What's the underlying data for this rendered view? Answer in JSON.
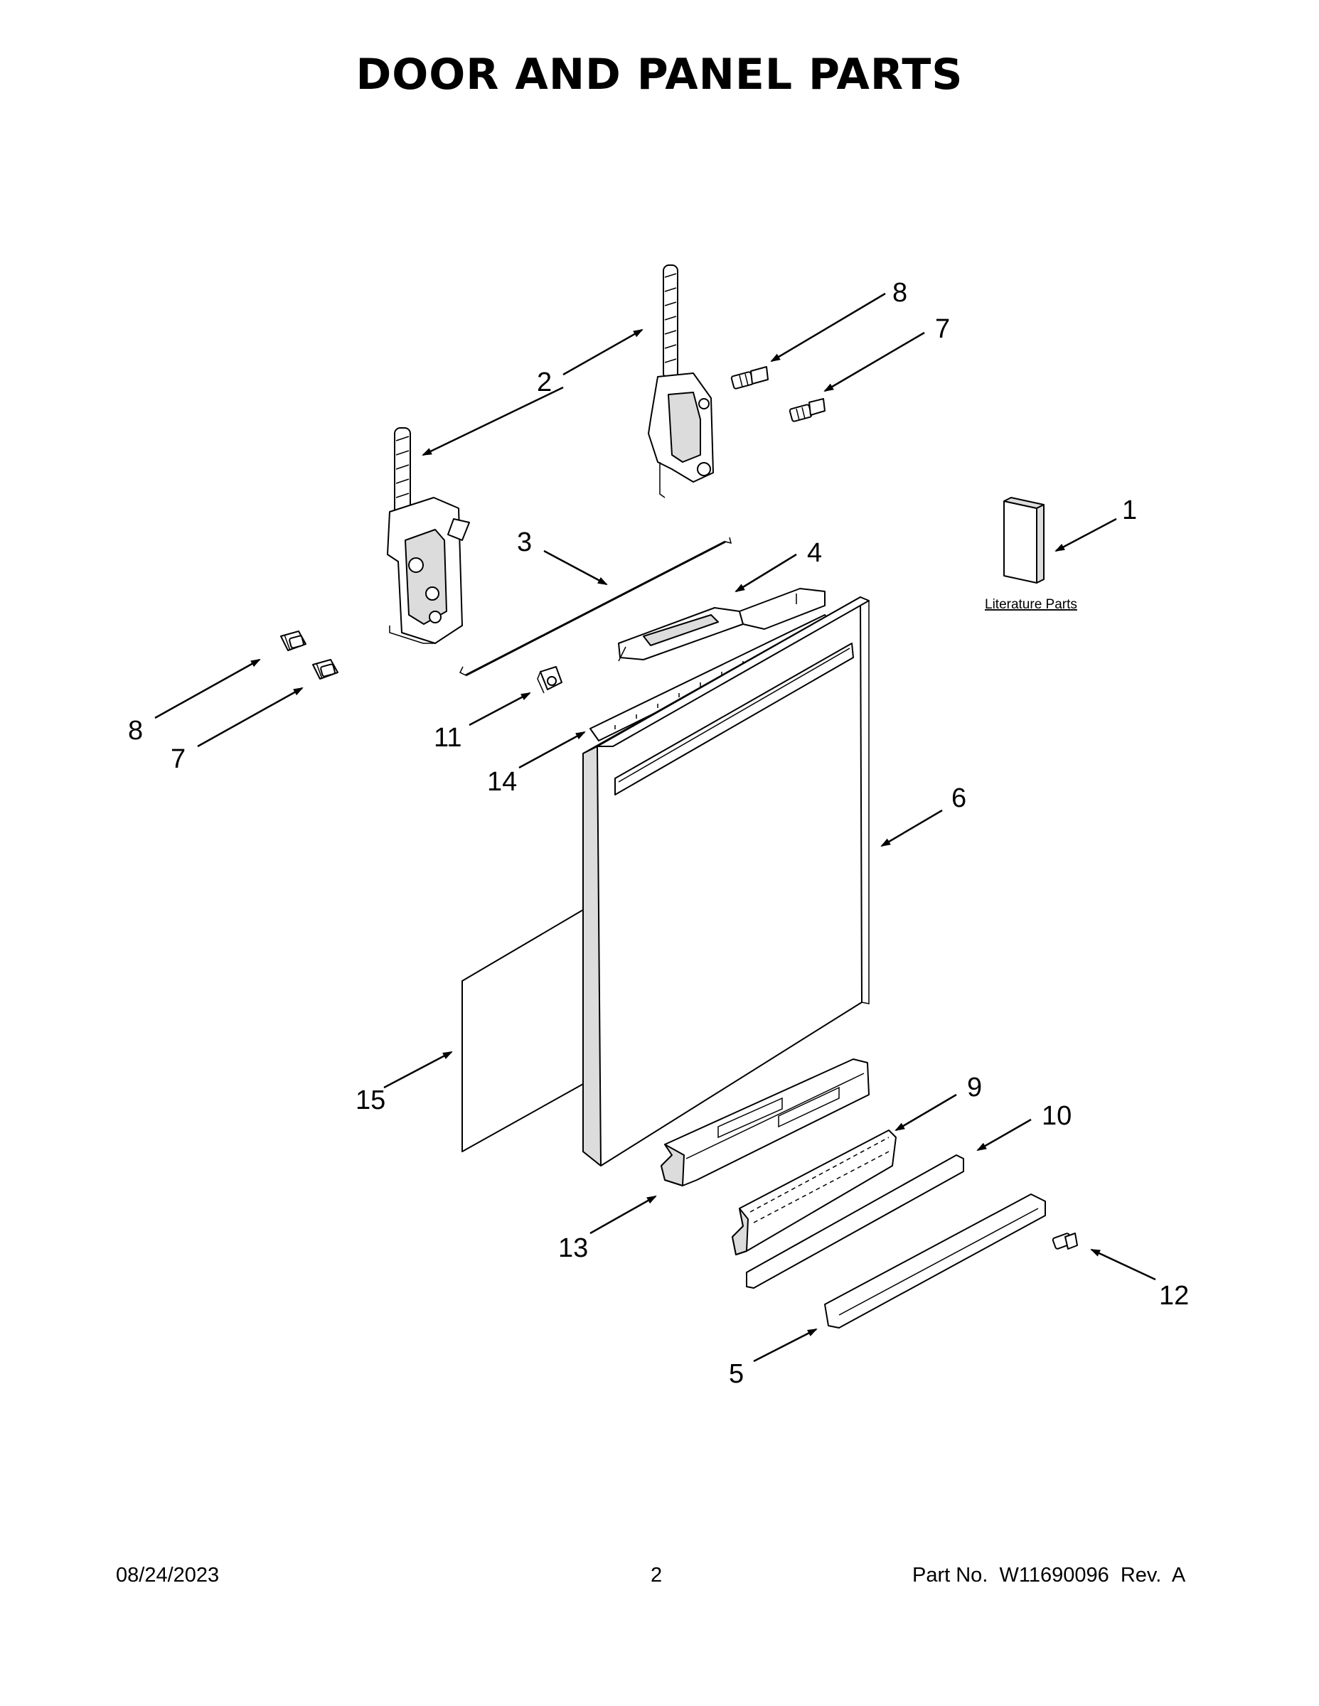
{
  "title": "DOOR AND PANEL PARTS",
  "literature_label": "Literature Parts",
  "callouts": {
    "c1": "1",
    "c2": "2",
    "c3": "3",
    "c4": "4",
    "c5": "5",
    "c6": "6",
    "c7_top": "7",
    "c7_left": "7",
    "c8_top": "8",
    "c8_left": "8",
    "c9": "9",
    "c10": "10",
    "c11": "11",
    "c12": "12",
    "c13": "13",
    "c14": "14",
    "c15": "15"
  },
  "footer": {
    "date": "08/24/2023",
    "page": "2",
    "part_number": "Part No.  W11690096  Rev.  A"
  }
}
